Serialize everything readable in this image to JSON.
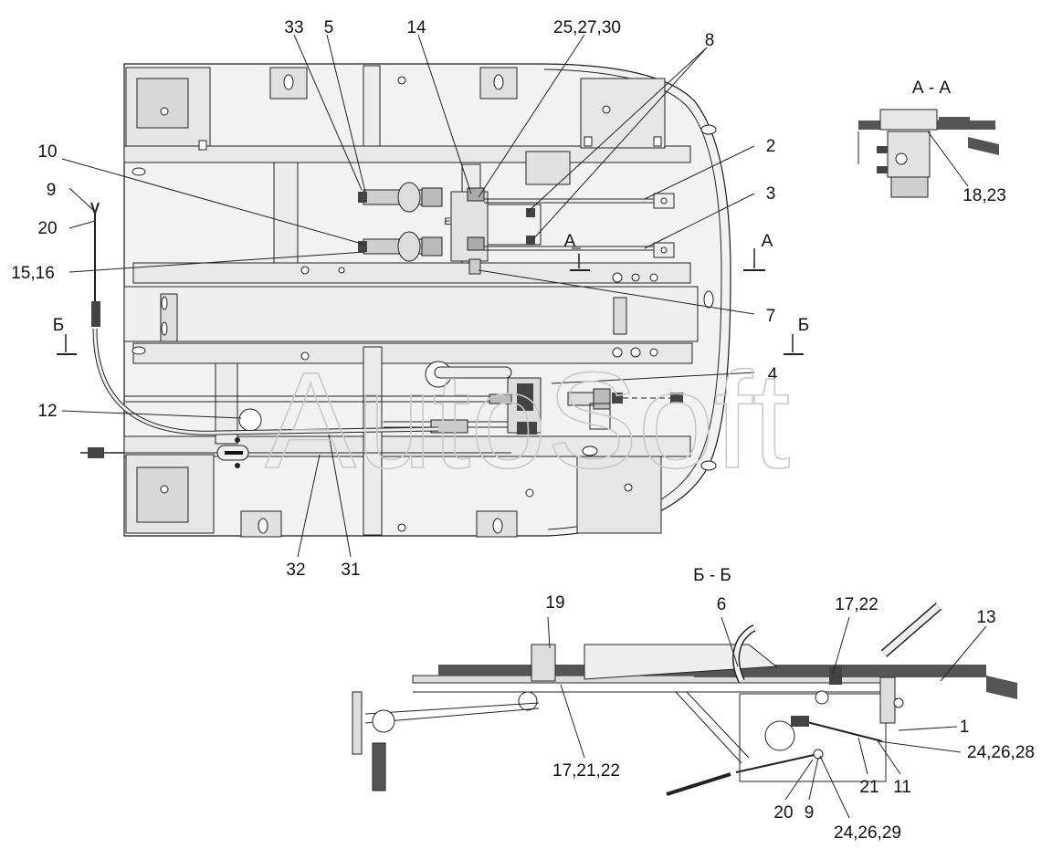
{
  "labels": {
    "l33": "33",
    "l5": "5",
    "l14": "14",
    "l25_27_30": "25,27,30",
    "l8": "8",
    "l10": "10",
    "l9": "9",
    "l20": "20",
    "l15_16": "15,16",
    "l2": "2",
    "l3": "3",
    "l7": "7",
    "l4": "4",
    "l12": "12",
    "l32": "32",
    "l31": "31",
    "l18_23": "18,23",
    "l19": "19",
    "l6": "6",
    "l17_22": "17,22",
    "l13": "13",
    "l1": "1",
    "l24_26_28": "24,26,28",
    "l21": "21",
    "l11": "11",
    "l17_21_22": "17,21,22",
    "l20b": "20",
    "l9b": "9",
    "l24_26_29": "24,26,29"
  },
  "sections": {
    "a_a_title": "А - А",
    "b_b_title": "Б - Б",
    "a_left": "А",
    "a_right": "А",
    "b_left": "Б",
    "b_right": "Б",
    "view_e": "E"
  },
  "watermark": "AutoSoft",
  "colors": {
    "line": "#1a1a1a",
    "fill": "#f2f2f2",
    "watermark": "#c9c9c9"
  }
}
